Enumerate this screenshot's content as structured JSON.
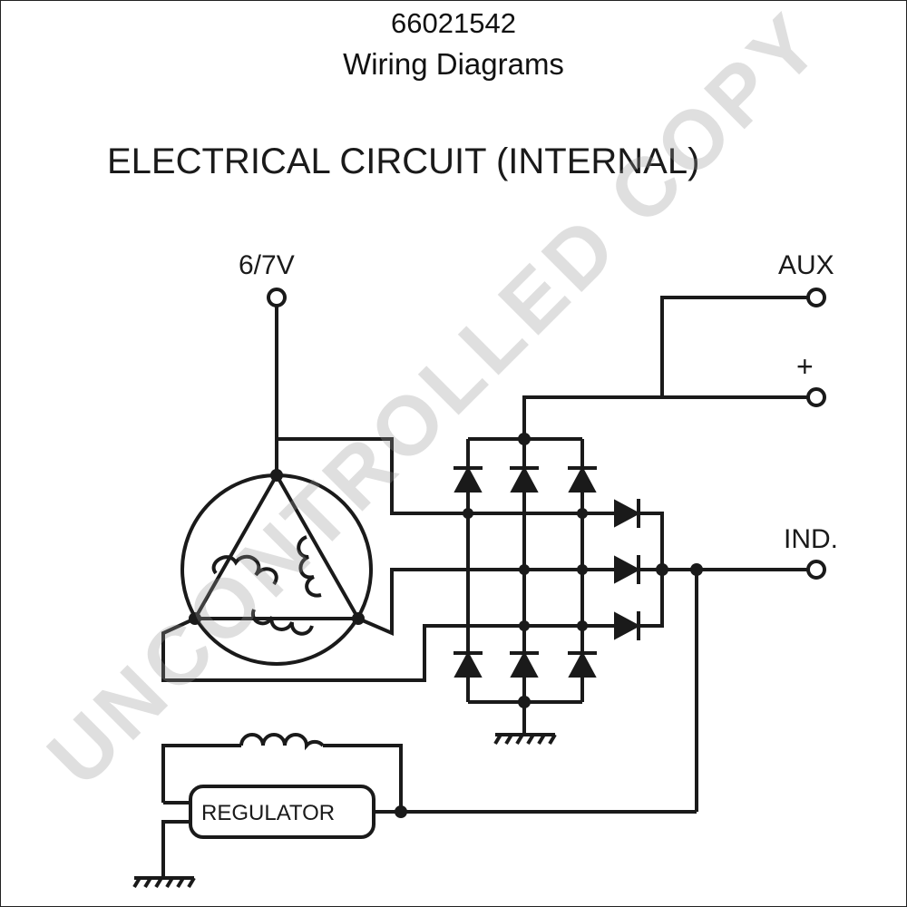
{
  "header": {
    "part_number": "66021542",
    "title": "Wiring Diagrams"
  },
  "diagram": {
    "title": "ELECTRICAL CIRCUIT (INTERNAL)",
    "terminals": {
      "phase": "6/7V",
      "aux": "AUX",
      "positive": "+",
      "indicator": "IND."
    },
    "regulator_label": "REGULATOR"
  },
  "watermark": "UNCONTROLLED COPY"
}
